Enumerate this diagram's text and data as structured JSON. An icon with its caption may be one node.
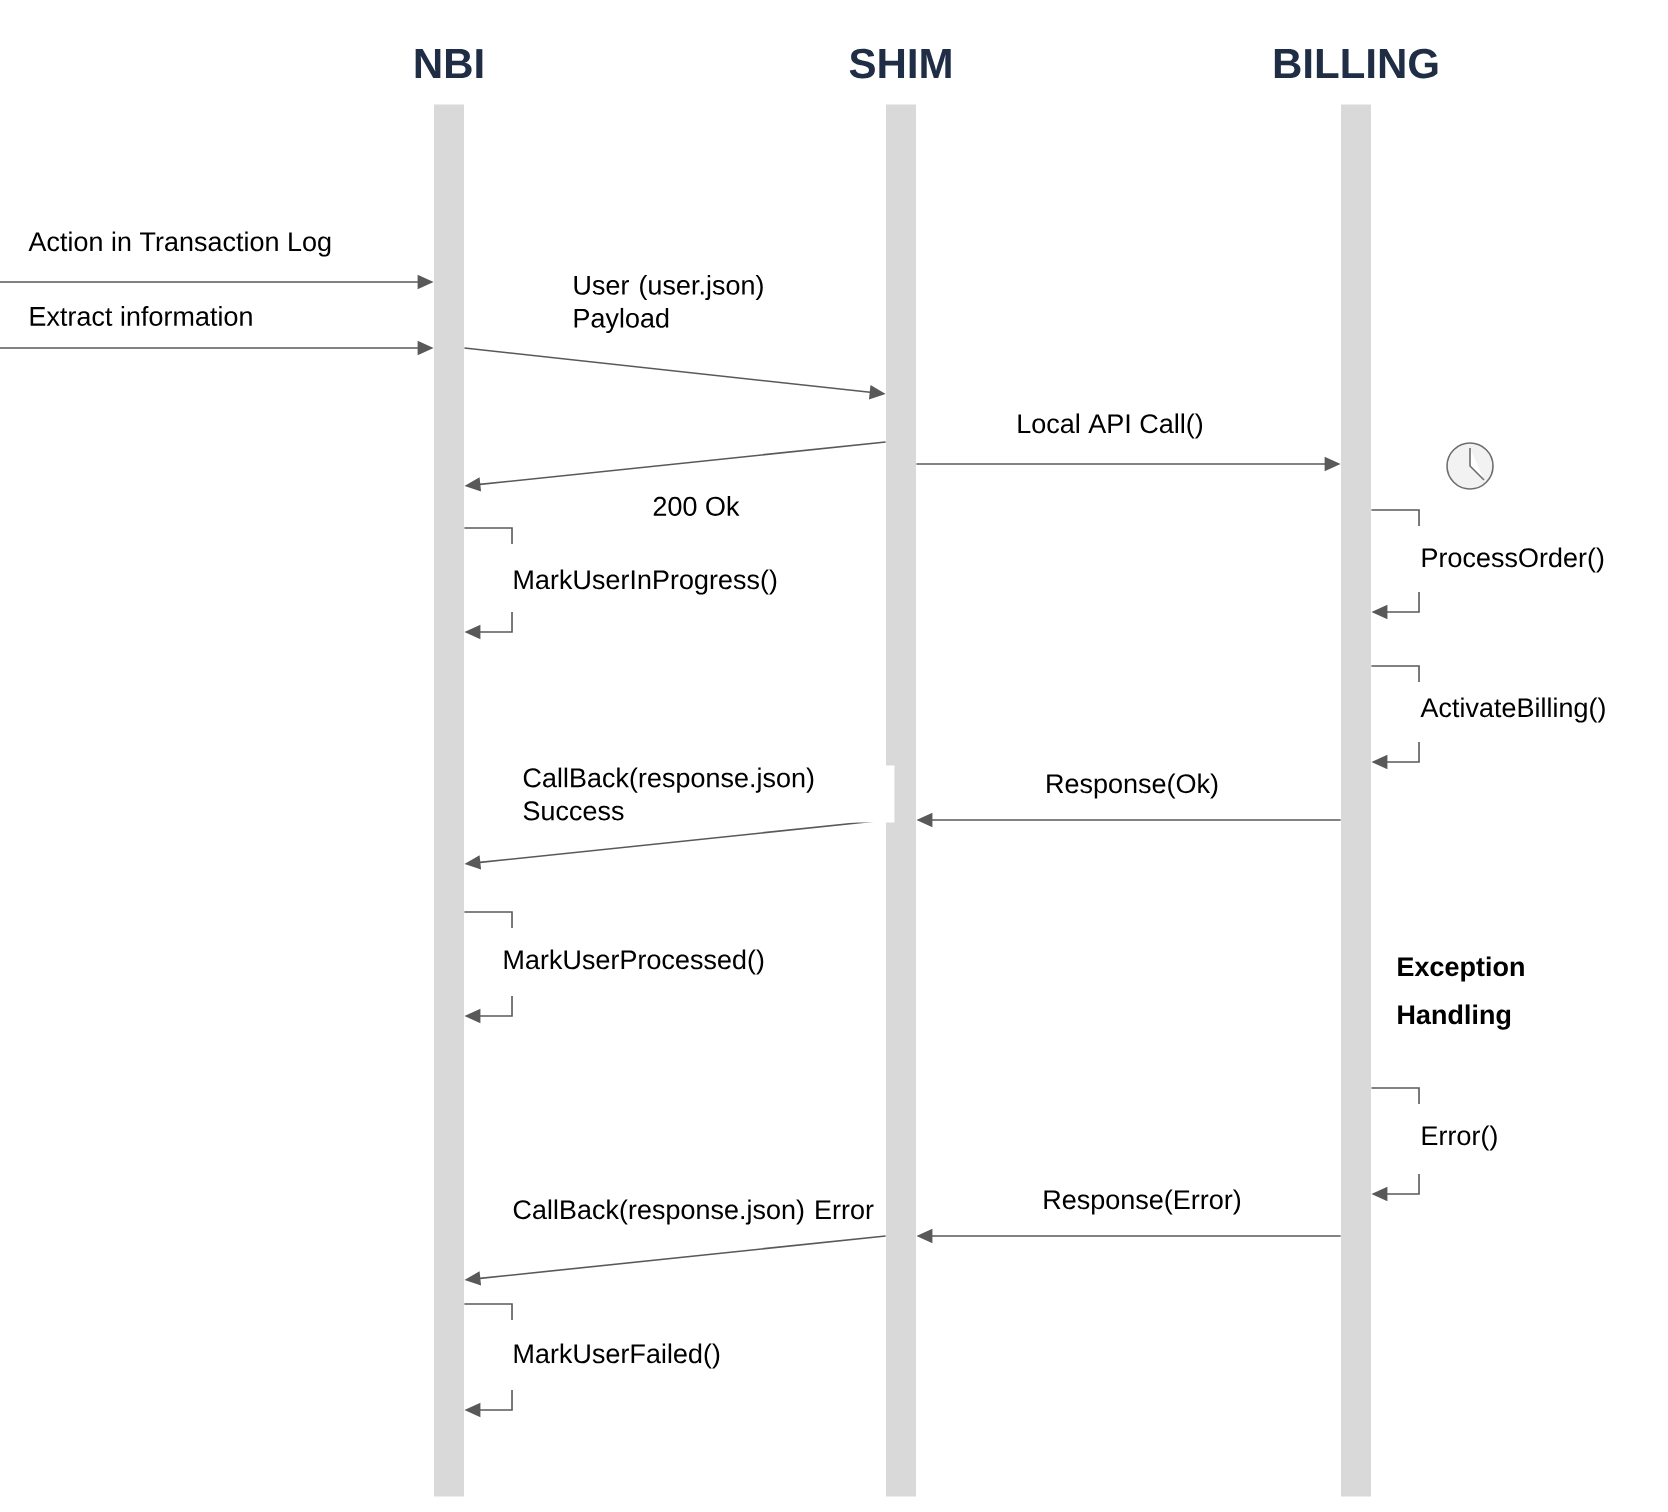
{
  "diagram": {
    "nodes": [
      {
        "text": [
          "NBI"
        ]
      },
      {
        "text": [
          "SHIM"
        ]
      },
      {
        "text": [
          "BILLING"
        ]
      }
    ],
    "edges": [
      {
        "from": null,
        "to": 0,
        "arrow": "to",
        "label": "Action in Transaction Log"
      },
      {
        "from": null,
        "to": 0,
        "arrow": "to",
        "label": "Extract information"
      },
      {
        "from": 0,
        "to": 1,
        "arrow": "to",
        "label": "User (user.json) Payload"
      },
      {
        "from": 1,
        "to": 0,
        "arrow": "to",
        "label": "200 Ok"
      },
      {
        "from": 1,
        "to": 2,
        "arrow": "to",
        "label": "Local API Call()"
      },
      {
        "from": 0,
        "to": 0,
        "arrow": "to",
        "label": "MarkUserInProgress()"
      },
      {
        "from": 2,
        "to": 2,
        "arrow": "to",
        "label": "ProcessOrder()"
      },
      {
        "from": 2,
        "to": 2,
        "arrow": "to",
        "label": "ActivateBilling()"
      },
      {
        "from": 2,
        "to": 1,
        "arrow": "to",
        "label": "Response(Ok)"
      },
      {
        "from": 1,
        "to": 0,
        "arrow": "to",
        "label": "CallBack(response.json) Success"
      },
      {
        "from": 0,
        "to": 0,
        "arrow": "to",
        "label": "MarkUserProcessed()"
      },
      {
        "from": 2,
        "to": 2,
        "arrow": "to",
        "label": "Error()"
      },
      {
        "from": 2,
        "to": 1,
        "arrow": "to",
        "label": "Response(Error)"
      },
      {
        "from": 1,
        "to": 0,
        "arrow": "to",
        "label": "CallBack(response.json) Error"
      },
      {
        "from": 0,
        "to": 0,
        "arrow": "to",
        "label": "MarkUserFailed()"
      }
    ],
    "labels": [
      "Exception Handling"
    ]
  }
}
